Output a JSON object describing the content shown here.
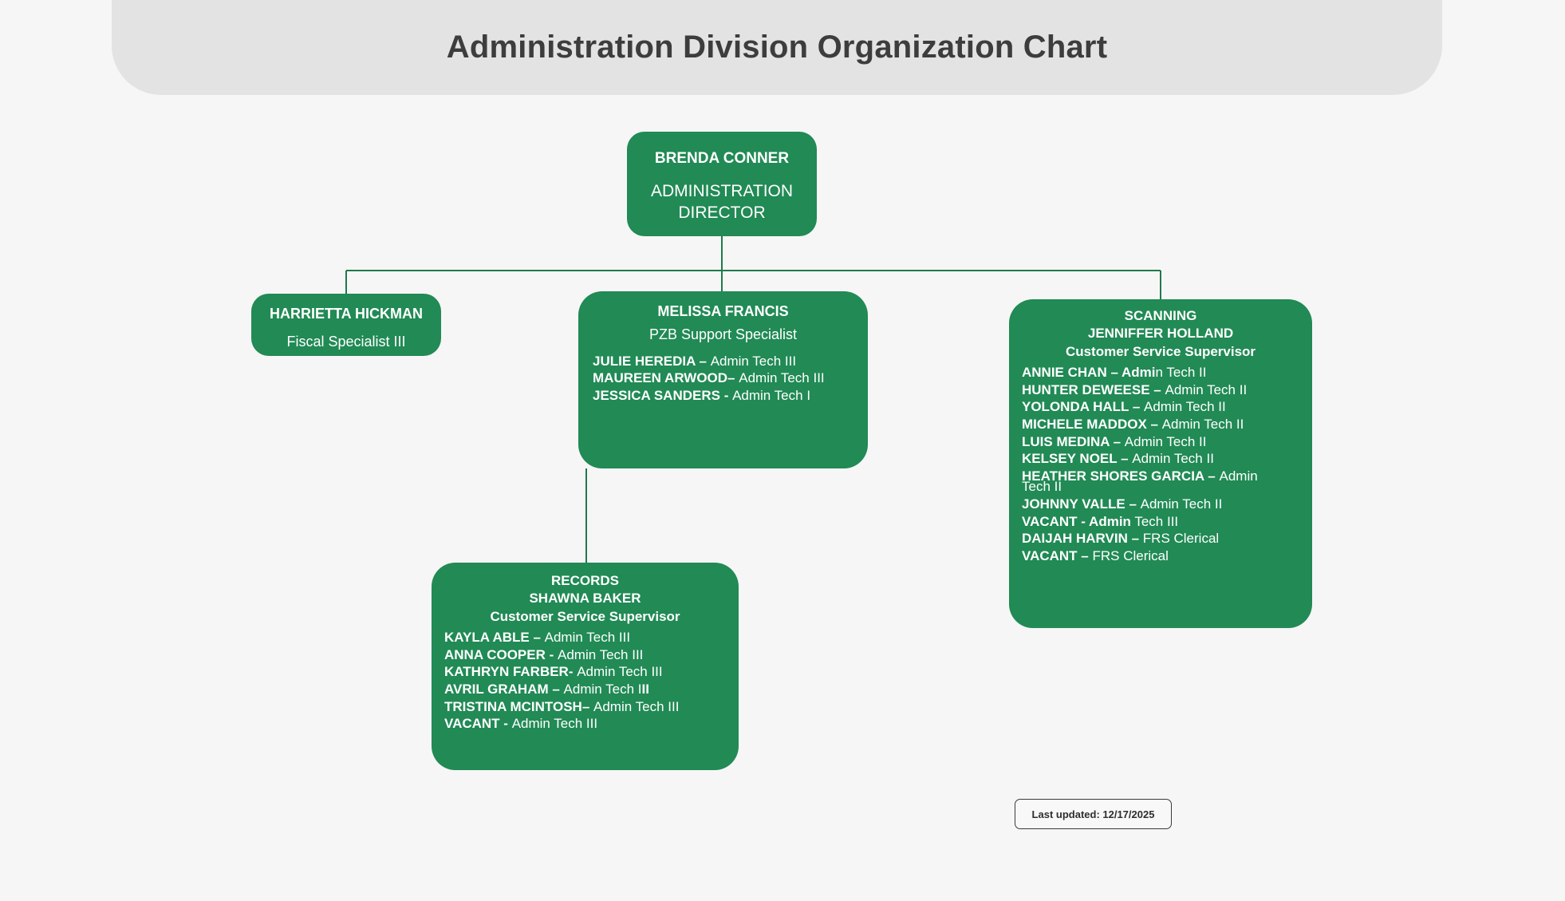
{
  "header": {
    "title": "Administration Division Organization Chart"
  },
  "theme": {
    "node_green": "#218a55",
    "page_background": "#f6f6f6",
    "header_background": "#e3e3e3",
    "title_color": "#3d3d3d",
    "connector_color": "#1f7a4d"
  },
  "nodes": {
    "root": {
      "name": "BRENDA CONNER",
      "title": "ADMINISTRATION DIRECTOR"
    },
    "fiscal": {
      "name": "HARRIETTA HICKMAN",
      "title": "Fiscal Specialist III"
    },
    "pzb": {
      "name": "MELISSA FRANCIS",
      "title": "PZB Support Specialist",
      "roster": [
        {
          "person": "JULIE HEREDIA",
          "sep": " – ",
          "role": "Admin Tech III"
        },
        {
          "person": "MAUREEN ARWOOD",
          "sep": "– ",
          "role": "Admin Tech III"
        },
        {
          "person": "JESSICA SANDERS",
          "sep": " -  ",
          "role": "Admin Tech I"
        }
      ]
    },
    "scanning": {
      "unit": "SCANNING",
      "supervisor_name": "JENNIFFER HOLLAND",
      "supervisor_title": "Customer Service Supervisor",
      "roster": [
        {
          "person": "ANNIE CHAN",
          "sep": " – ",
          "role_bold": "Admi",
          "role": "n Tech II"
        },
        {
          "person": "HUNTER DEWEESE",
          "sep": " – ",
          "role": "Admin Tech II"
        },
        {
          "person": "YOLONDA HALL",
          "sep": " – ",
          "role": "Admin Tech II"
        },
        {
          "person": "MICHELE MADDOX",
          "sep": " – ",
          "role": "Admin Tech II"
        },
        {
          "person": "LUIS MEDINA",
          "sep": " – ",
          "role": "Admin Tech II"
        },
        {
          "person": "KELSEY NOEL",
          "sep": " – ",
          "role": "Admin Tech II"
        },
        {
          "person": "HEATHER SHORES GARCIA",
          "sep": " – ",
          "role": "Admin",
          "role_wrap": "Tech II"
        },
        {
          "person": "JOHNNY VALLE",
          "sep": " – ",
          "role": "Admin Tech II"
        },
        {
          "person": "VACANT",
          "sep": " - ",
          "role_bold": "Admin",
          "role": " Tech III"
        },
        {
          "person": "DAIJAH HARVIN",
          "sep": " – ",
          "role": "FRS Clerical"
        },
        {
          "person": "VACANT",
          "sep": " – ",
          "role": "FRS Clerical"
        }
      ]
    },
    "records": {
      "unit": "RECORDS",
      "supervisor_name": "SHAWNA BAKER",
      "supervisor_title": "Customer Service Supervisor",
      "roster": [
        {
          "person": "KAYLA ABLE",
          "sep": " – ",
          "role": "Admin Tech III"
        },
        {
          "person": "ANNA COOPER",
          "sep": " - ",
          "role": "Admin Tech III"
        },
        {
          "person": "KATHRYN FARBER",
          "sep": "- ",
          "role": "Admin Tech III"
        },
        {
          "person": "AVRIL GRAHAM",
          "sep": " – ",
          "role": "Admin Tech I",
          "role_bold_tail": "II"
        },
        {
          "person": "TRISTINA MCINTOSH",
          "sep": "– ",
          "role": "Admin Tech III"
        },
        {
          "person": "VACANT",
          "sep": " - ",
          "role": "Admin Tech III"
        }
      ]
    }
  },
  "footer": {
    "last_updated": "Last updated: 12/17/2025"
  }
}
